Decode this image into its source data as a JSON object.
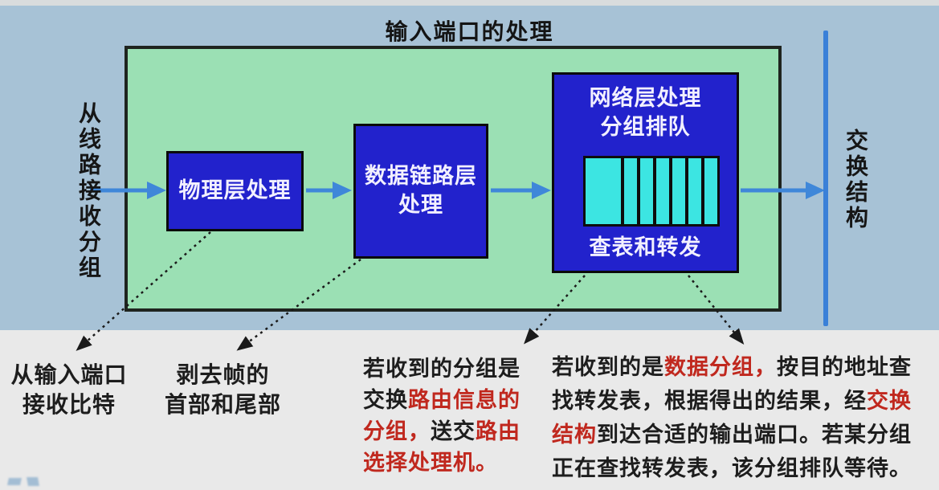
{
  "title": "输入端口的处理",
  "colors": {
    "box_blue": "#2222cc",
    "green": "#9be0b4",
    "band_blue": "#a7c2d6",
    "cyan": "#3ce5e2",
    "arrow_blue": "#3f87d9",
    "red": "#c0281e",
    "bottom_bg": "#e9e9e9"
  },
  "left_label": "从线路接收分组",
  "right_label": "交换结构",
  "boxes": {
    "physical": "物理层处理",
    "datalink_line1": "数据链路层",
    "datalink_line2": "处理",
    "network_line1": "网络层处理",
    "network_line2": "分组排队",
    "lookup": "查表和转发"
  },
  "queue": {
    "wide_cells": 1,
    "narrow_cells": 6
  },
  "notes": {
    "note1": {
      "line1": "从输入端口",
      "line2": "接收比特"
    },
    "note2": {
      "line1": "剥去帧的",
      "line2": "首部和尾部"
    },
    "note3": {
      "l1s1": "若收到的分组是",
      "l2s1": "交换",
      "l2s2": "路由信息的",
      "l3s1": "分组，",
      "l3s2": "送交",
      "l3s3": "路由",
      "l4s1": "选择处理机。"
    },
    "note4": {
      "l1s1": "若收到的是",
      "l1s2": "数据分组，",
      "l1s3": "按目的地址查",
      "l2s1": "找转发表，根据得出的结果，经",
      "l2s2": "交换",
      "l3s1": "结构",
      "l3s2": "到达合适的输出端口。若某分组",
      "l4s1": "正在查找转发表，该分组排队等待。"
    }
  }
}
